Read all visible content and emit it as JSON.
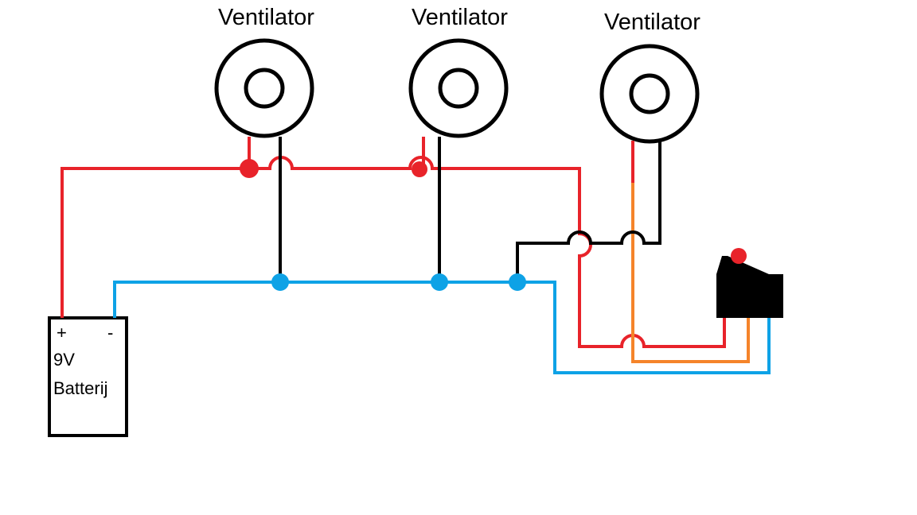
{
  "fans": [
    {
      "label": "Ventilator"
    },
    {
      "label": "Ventilator"
    },
    {
      "label": "Ventilator"
    }
  ],
  "battery": {
    "plus": "+",
    "minus": "-",
    "voltage": "9V",
    "name": "Batterij"
  },
  "colors": {
    "positive_wire": "#e8232a",
    "negative_wire": "#0ea2e6",
    "return_wire": "#000000",
    "switched_wire": "#f5842a",
    "switch_body": "#000000",
    "switch_indicator": "#e8232a"
  }
}
